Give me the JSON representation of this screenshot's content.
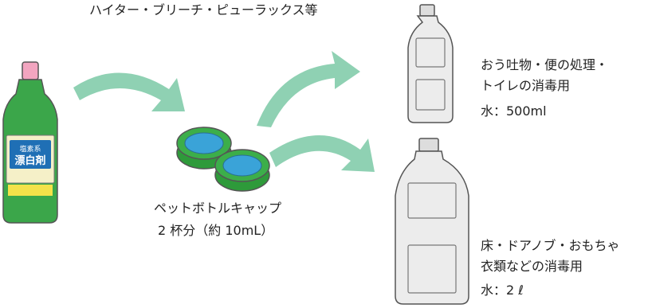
{
  "top_label": "ハイター・ブリーチ・ピューラックス等",
  "bleach_bottle": {
    "label_line1": "塩素系",
    "label_line2": "漂白剤"
  },
  "caps": {
    "label": "ペットボトルキャップ",
    "count": "2 杯分（約 10mL）"
  },
  "small_bottle": {
    "use_line1": "おう吐物・便の処理・",
    "use_line2": "トイレの消毒用",
    "water": "水：500ml"
  },
  "large_bottle": {
    "use_line1": "床・ドアノブ・おもちゃ",
    "use_line2": "衣類などの消毒用",
    "water": "水：2 ℓ"
  },
  "colors": {
    "arrow": "#8fd1b3",
    "cap": "#2e9a3a",
    "cap_inner": "#3aa3d8",
    "bleach_body": "#3ba64a",
    "bleach_label": "#1f6fb5",
    "bleach_cap": "#f2a5c0",
    "pet_bottle": "#ececec",
    "outline": "#555555"
  }
}
